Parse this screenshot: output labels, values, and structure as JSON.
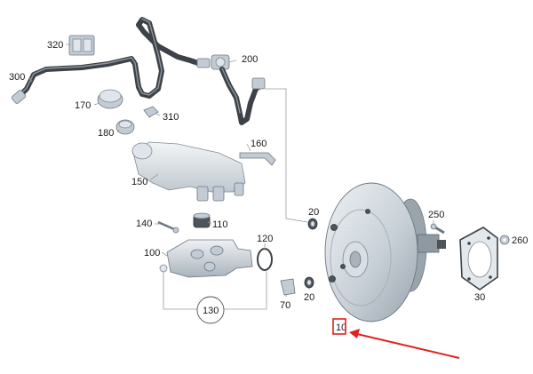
{
  "callouts": {
    "p10": "10",
    "p20a": "20",
    "p20b": "20",
    "p30": "30",
    "p70": "70",
    "p100": "100",
    "p110": "110",
    "p120": "120",
    "p130": "130",
    "p140": "140",
    "p150": "150",
    "p160": "160",
    "p170": "170",
    "p180": "180",
    "p200": "200",
    "p250": "250",
    "p260": "260",
    "p300": "300",
    "p310": "310",
    "p320": "320"
  },
  "highlight": {
    "target_callout": "10",
    "box_color": "#e02020",
    "arrow_color": "#e02020"
  },
  "colors": {
    "booster_body": "#cfd7de",
    "hose": "#3c4247",
    "leader_line": "#9a9a9a"
  }
}
